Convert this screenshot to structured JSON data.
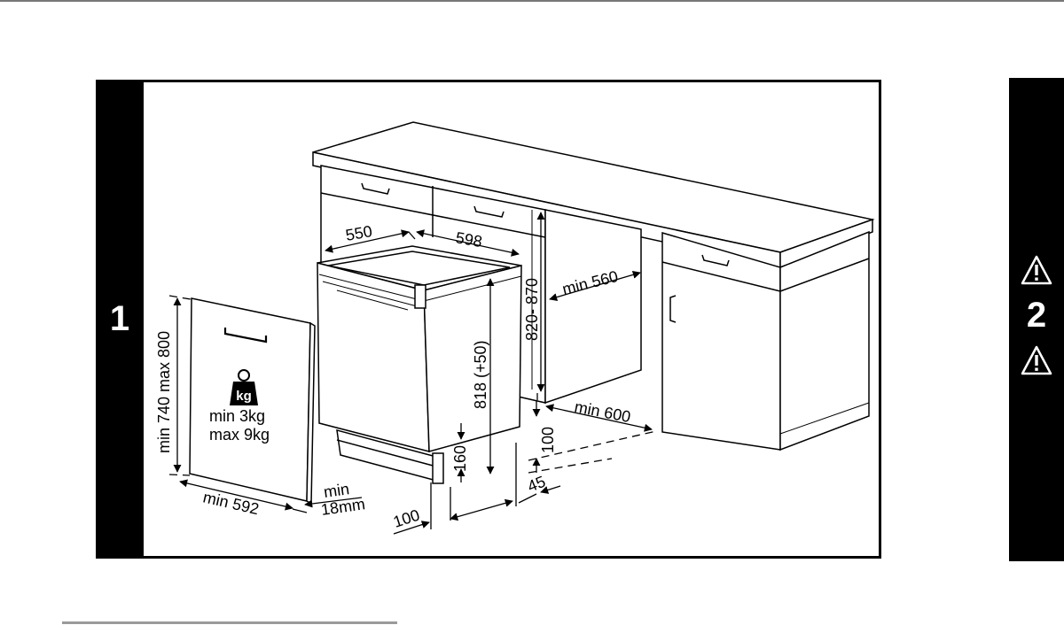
{
  "step_numbers": {
    "left": "1",
    "right": "2"
  },
  "icons": {
    "warning": "warning-triangle-icon",
    "weight": "weight-kg-icon"
  },
  "dimensions": {
    "d550": "550",
    "d598": "598",
    "d820_870": "820- 870",
    "d_min560": "min 560",
    "d818": "818 (+50)",
    "d_min600": "min 600",
    "d100_right": "100",
    "d160": "160",
    "d45": "45",
    "d100_bottom": "100",
    "d_min_18_top": "min",
    "d_min_18_bottom": "18mm",
    "d_min592": "min 592",
    "d_min740_max800": "min 740 max 800"
  },
  "panel_weight": {
    "unit": "kg",
    "min": "min  3kg",
    "max": "max 9kg"
  },
  "colors": {
    "ink": "#000000",
    "background": "#ffffff"
  }
}
